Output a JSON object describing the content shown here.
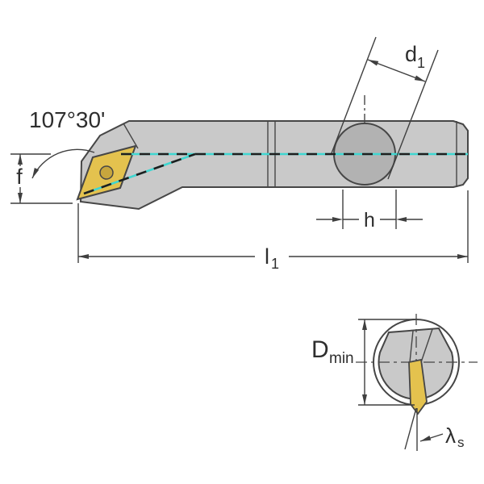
{
  "drawing": {
    "title_hint": "boring-bar-technical-drawing",
    "side_view": {
      "angle_label": "107°30'",
      "f_label": "f",
      "d1_label": {
        "base": "d",
        "sub": "1"
      },
      "h_label": "h",
      "l1_label": {
        "base": "l",
        "sub": "1"
      }
    },
    "end_view": {
      "dmin_label": {
        "base": "D",
        "sub": "min"
      },
      "lambda_s_label": {
        "base": "λ",
        "sub": "s"
      }
    },
    "colors": {
      "body_gray": "#c9c9c9",
      "section_circle_gray": "#b2b2b2",
      "insert_yellow": "#e4c24e",
      "insert_hole_yellow": "#c7a63d",
      "centerline_cyan": "#3fd6d0",
      "line_dark": "#464646",
      "text_dark": "#2e2e2e"
    }
  }
}
